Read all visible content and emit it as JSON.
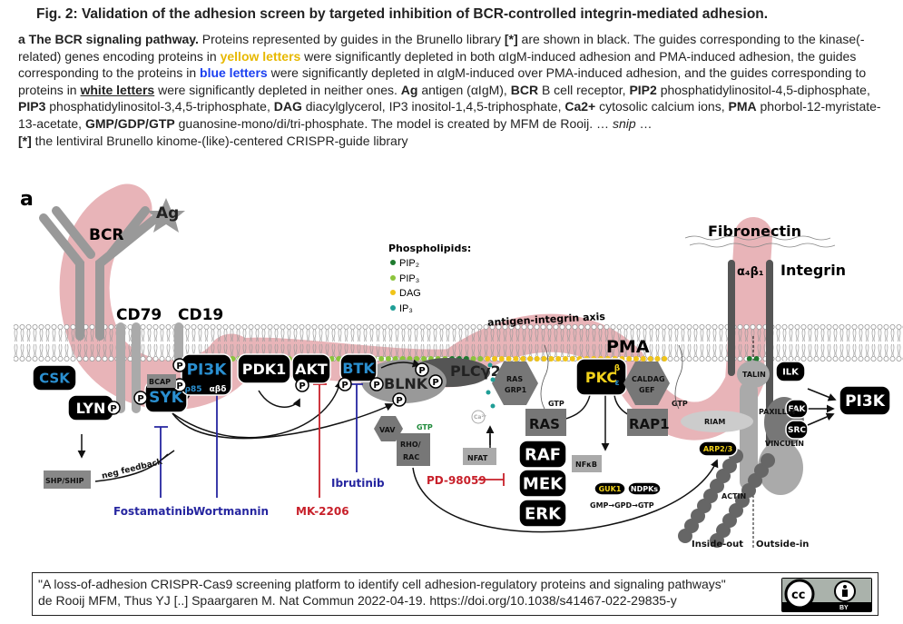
{
  "title": "Fig. 2: Validation of the adhesion screen by targeted inhibition of BCR-controlled integrin-mediated adhesion.",
  "caption": {
    "lead": "a The BCR signaling pathway.",
    "t1": " Proteins represented by guides in the Brunello library ",
    "ref": "[*]",
    "t2": " are shown in black. The guides corresponding to the kinase(-related) genes encoding proteins in ",
    "yellow": "yellow letters",
    "t3": " were significantly depleted in both αIgM-induced adhesion and PMA-induced adhesion, the guides corresponding to the proteins in ",
    "blue": "blue letters",
    "t4": " were significantly depleted in αIgM-induced over PMA-induced adhesion, and the guides corresponding to proteins in ",
    "white": "white letters",
    "t5": " were significantly depleted in neither ones. ",
    "ag": "Ag",
    "ag_t": " antigen (αIgM), ",
    "bcr": "BCR",
    "bcr_t": " B cell receptor, ",
    "pip2": "PIP2",
    "pip2_t": " phosphatidylinositol-4,5-diphosphate, ",
    "pip3": "PIP3",
    "pip3_t": " phosphatidylinositol-3,4,5-triphosphate, ",
    "dag": "DAG",
    "dag_t": " diacylglycerol, IP3 inositol-1,4,5-triphosphate, ",
    "ca": "Ca2+",
    "ca_t": " cytosolic calcium ions, ",
    "pma": "PMA",
    "pma_t": " phorbol-12-myristate-13-acetate, ",
    "gtp": "GMP/GDP/GTP",
    "gtp_t": " guanosine-mono/di/tri-phosphate. The model is created by MFM de Rooij. … ",
    "snip": "snip",
    "end": " …",
    "footnote_ref": "[*]",
    "footnote": " the lentiviral Brunello kinome-(like)-centered CRISPR-guide library"
  },
  "diagram": {
    "panel": "a",
    "bcr": "BCR",
    "ag": "Ag",
    "cd79": "CD79",
    "cd19": "CD19",
    "legend": {
      "title": "Phospholipids:",
      "items": [
        {
          "label": "PIP₂",
          "color": "#1e7a2e"
        },
        {
          "label": "PIP₃",
          "color": "#8cc43c"
        },
        {
          "label": "DAG",
          "color": "#f0c419"
        },
        {
          "label": "IP₃",
          "color": "#1f9e96"
        }
      ]
    },
    "axis": "antigen-integrin axis",
    "pma": "PMA",
    "fibronectin": "Fibronectin",
    "a4b1": "α₄β₁",
    "integrin": "Integrin",
    "nodes": {
      "csk": "CSK",
      "lyn": "LYN",
      "syk": "SYK",
      "bcap": "BCAP",
      "pi3k": "PI3K",
      "p85": "p85",
      "abd": "αβδ",
      "pdk1": "PDK1",
      "akt": "AKT",
      "btk": "BTK",
      "blnk": "BLNK",
      "plcg2": "PLCγ2",
      "vav": "VAV",
      "gtp": "GTP",
      "rhorac": [
        "RHO/",
        "RAC"
      ],
      "nfat": "NFAT",
      "ca": "Ca²⁺",
      "rasgrp1": [
        "RAS",
        "GRP1"
      ],
      "pkc": "PKC",
      "beta": "β",
      "eps": "ε",
      "caldag": [
        "CALDAG",
        "GEF"
      ],
      "ras": "RAS",
      "rap1": "RAP1",
      "raf": "RAF",
      "mek": "MEK",
      "erk": "ERK",
      "nfkb": "NFκB",
      "guk1": "GUK1",
      "ndpks": "NDPKs",
      "gmp": "GMP→GPD→GTP",
      "riam": "RIAM",
      "talin": "TALIN",
      "ilk": "ILK",
      "fak": "FAK",
      "src": "SRC",
      "paxillin": "PAXILLIN",
      "vinculin": "VINCULIN",
      "arp": "ARP2/3",
      "actin": "ACTIN",
      "pi3k2": "PI3K",
      "shp": "SHP/SHIP",
      "negfb": "neg feedback",
      "p": "P"
    },
    "inhibitors": {
      "fostamatinib": "Fostamatinib",
      "wortmannin": "Wortmannin",
      "mk2206": "MK-2206",
      "ibrutinib": "Ibrutinib",
      "pd98059": "PD-98059"
    },
    "insideout": "Inside-out",
    "outsidein": "Outside-in",
    "colors": {
      "blue_text": "#2a8fd0",
      "yellow_text": "#f2d21b",
      "inhib_blue": "#2626a0",
      "inhib_red": "#c8202a",
      "pink": "#e8b4b8"
    }
  },
  "footer": {
    "line1": "\"A loss-of-adhesion CRISPR-Cas9 screening platform to identify cell adhesion-regulatory proteins and signaling pathways\"",
    "line2": "de Rooij MFM, Thus YJ [..] Spaargaren M. Nat Commun 2022-04-19. https://doi.org/10.1038/s41467-022-29835-y",
    "license": "BY"
  }
}
